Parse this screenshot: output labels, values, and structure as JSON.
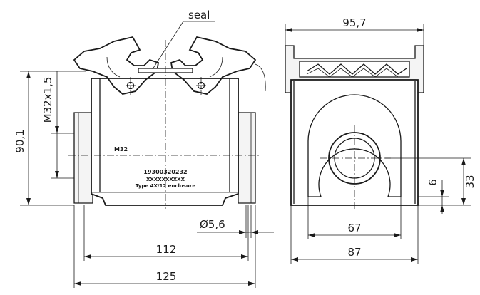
{
  "callouts": {
    "seal": "seal"
  },
  "dimensions": {
    "width_top": "95,7",
    "height_total": "90,1",
    "thread": "M32x1,5",
    "hole": "Ø5,6",
    "length_inner": "112",
    "length_outer": "125",
    "width_inner": "67",
    "width_outer": "87",
    "base_offset": "6",
    "center_height": "33"
  },
  "markings": {
    "thread_label": "M32",
    "part_number": "19300320232",
    "code": "XXXXXXXXXX",
    "type": "Type 4X/12 enclosure"
  }
}
